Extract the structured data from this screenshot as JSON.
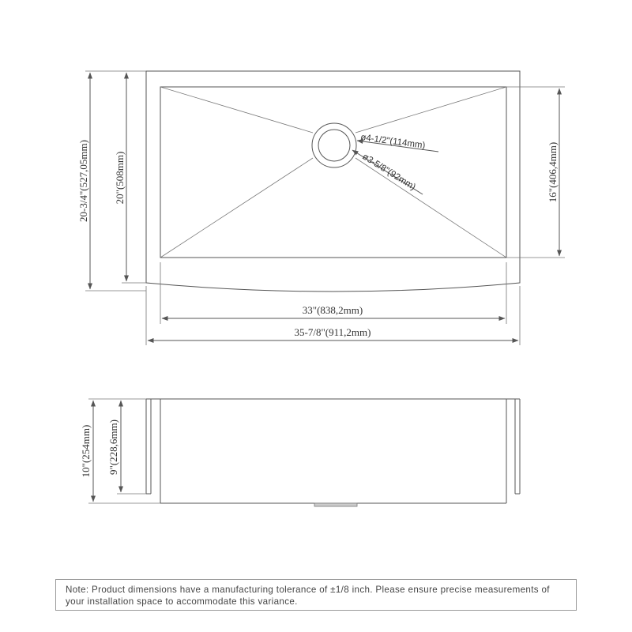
{
  "colors": {
    "line": "#555555",
    "text": "#333333",
    "border": "#9a9a9a"
  },
  "top_view": {
    "width_inner": "33\"(838,2mm)",
    "width_outer": "35-7/8\"(911,2mm)",
    "depth_outer": "20-3/4\"(527,05mm)",
    "depth_mid": "20\"(508mm)",
    "depth_bowl": "16\"(406,4mm)",
    "drain_outer": "4-1/2\"(114mm)",
    "drain_inner": "3-5/8\"(92mm)",
    "diameter_symbol": "ø"
  },
  "front_view": {
    "height_outer": "10\"(254mm)",
    "height_inner": "9\"(228,6mm)"
  },
  "note": {
    "line1": "Note: Product dimensions have a manufacturing tolerance of ±1/8 inch. Please ensure precise measurements of",
    "line2": "your installation space to accommodate this variance."
  }
}
